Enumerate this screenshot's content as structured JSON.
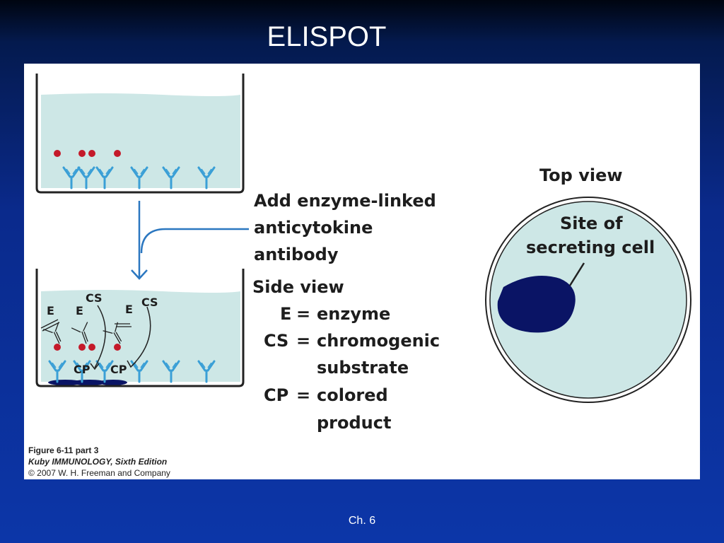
{
  "slide": {
    "title": "ELISPOT",
    "footer": "Ch. 6"
  },
  "figure": {
    "step_text_1": "Add enzyme-linked",
    "step_text_2": "anticytokine",
    "step_text_3": "antibody",
    "side_view": "Side view",
    "legend": [
      {
        "abbr": "E",
        "sep": "=",
        "desc": "enzyme",
        "desc2": ""
      },
      {
        "abbr": "CS",
        "sep": "=",
        "desc": "chromogenic",
        "desc2": "substrate"
      },
      {
        "abbr": "CP",
        "sep": "=",
        "desc": "colored",
        "desc2": "product"
      }
    ],
    "top_view": "Top view",
    "site_label_1": "Site of",
    "site_label_2": "secreting cell",
    "well_labels": {
      "e1": "E",
      "e2": "E",
      "e3": "E",
      "cs1": "CS",
      "cs2": "CS",
      "cp1": "CP",
      "cp2": "CP"
    },
    "caption_1": "Figure 6-11 part 3",
    "caption_2": "Kuby IMMUNOLOGY, Sixth Edition",
    "caption_3": "© 2007 W. H. Freeman and Company",
    "colors": {
      "well_fluid": "#cde7e6",
      "antibody": "#3a9fd6",
      "cytokine": "#c41a2a",
      "spot": "#0a1465",
      "arrow": "#2b77c0"
    }
  }
}
